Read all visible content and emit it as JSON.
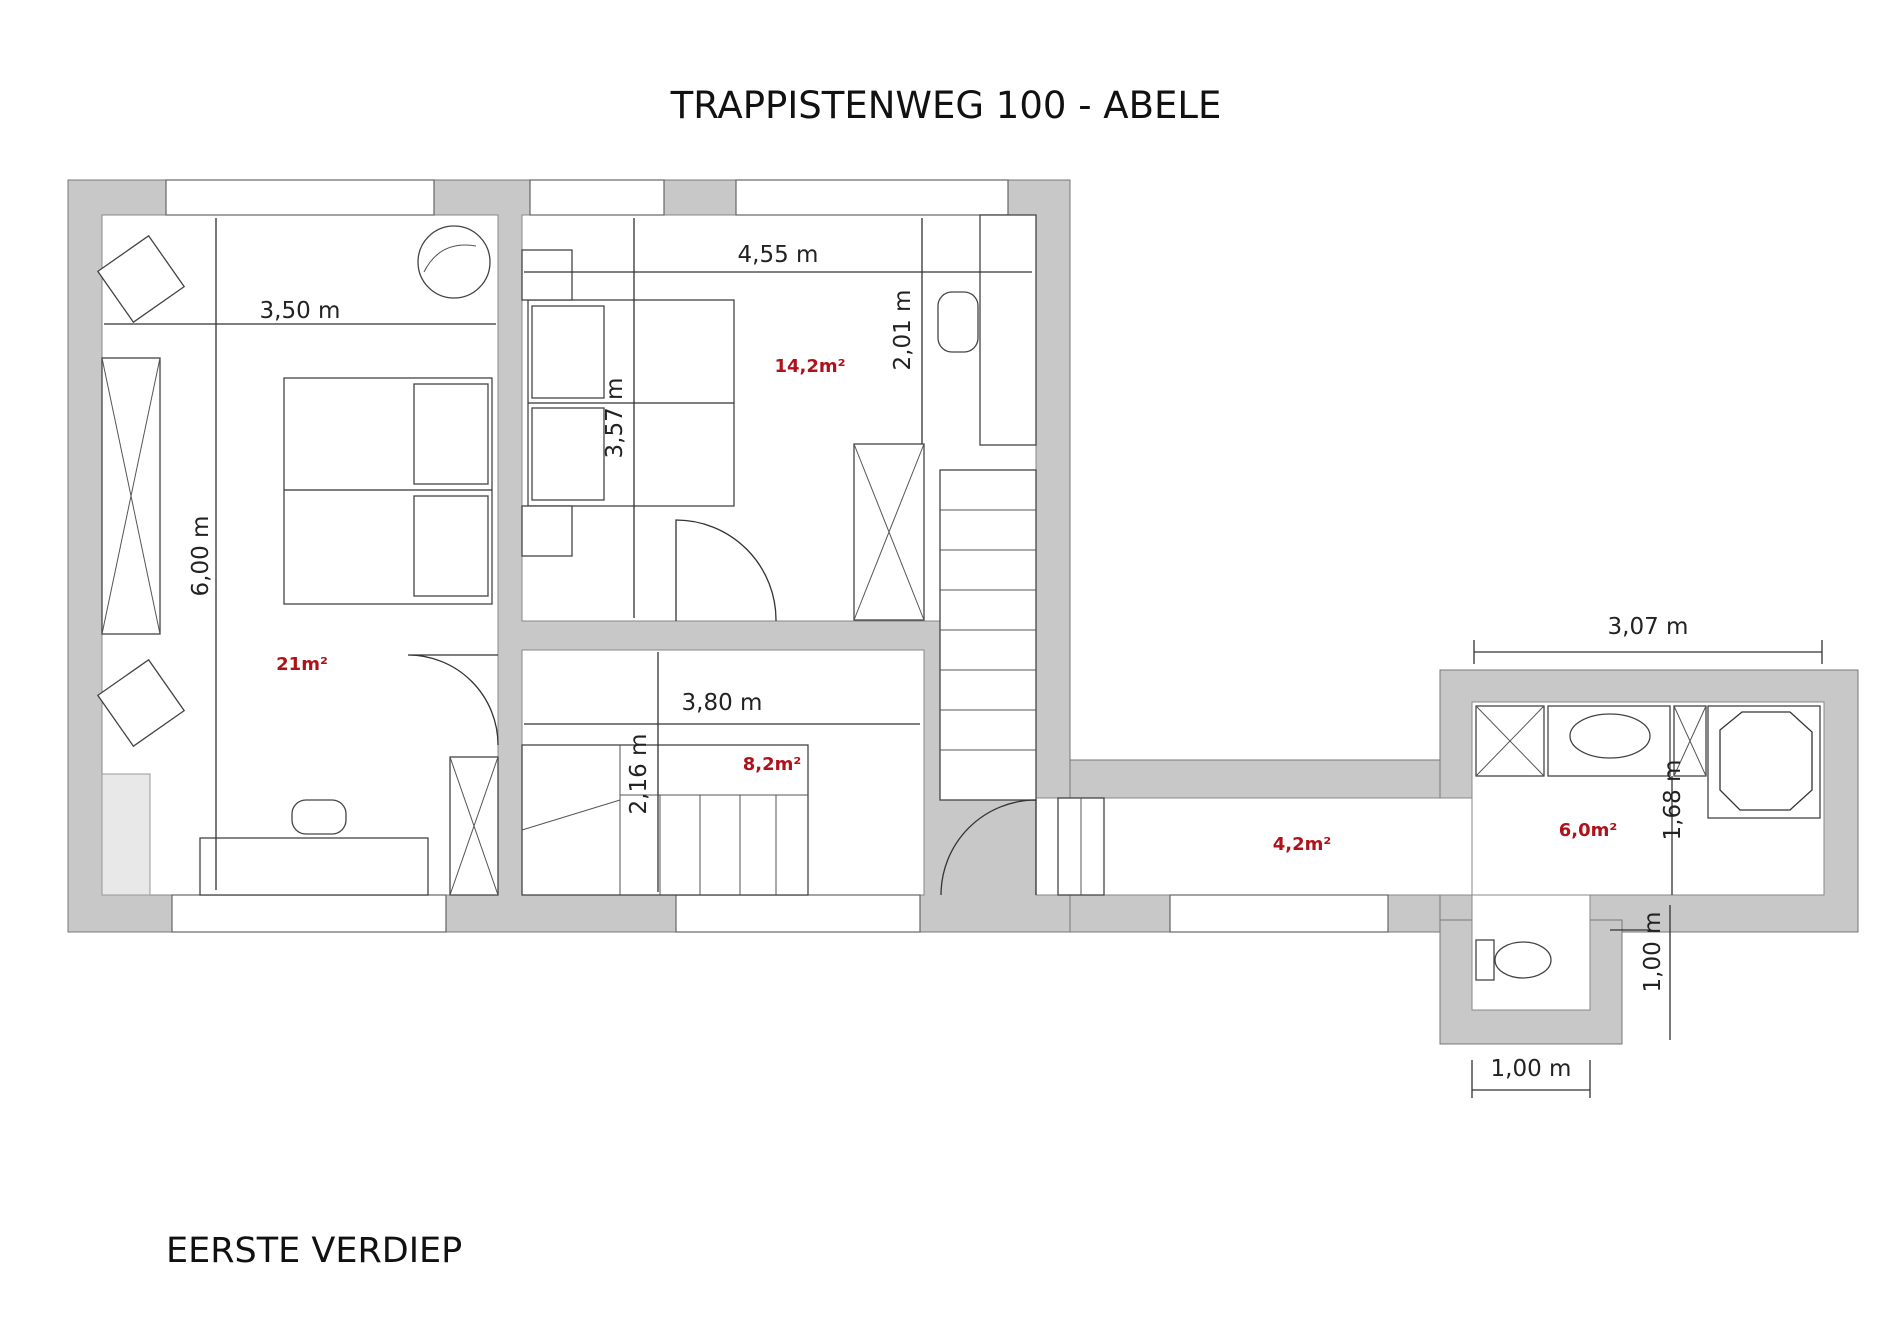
{
  "title": "TRAPPISTENWEG 100 - ABELE",
  "floor_label": "EERSTE VERDIEP",
  "rooms": {
    "bedroom_large_area": "21m²",
    "bedroom_small_area": "14,2m²",
    "hall_area": "8,2m²",
    "corridor_area": "4,2m²",
    "bathroom_area": "6,0m²"
  },
  "dimensions": {
    "d_350": "3,50 m",
    "d_600": "6,00 m",
    "d_455": "4,55 m",
    "d_201": "2,01 m",
    "d_357": "3,57 m",
    "d_380": "3,80 m",
    "d_216": "2,16 m",
    "d_307": "3,07 m",
    "d_168": "1,68 m",
    "d_100_v": "1,00 m",
    "d_100_h": "1,00 m"
  },
  "colors": {
    "wall": "#c8c8c8",
    "area_label": "#b0121b"
  }
}
